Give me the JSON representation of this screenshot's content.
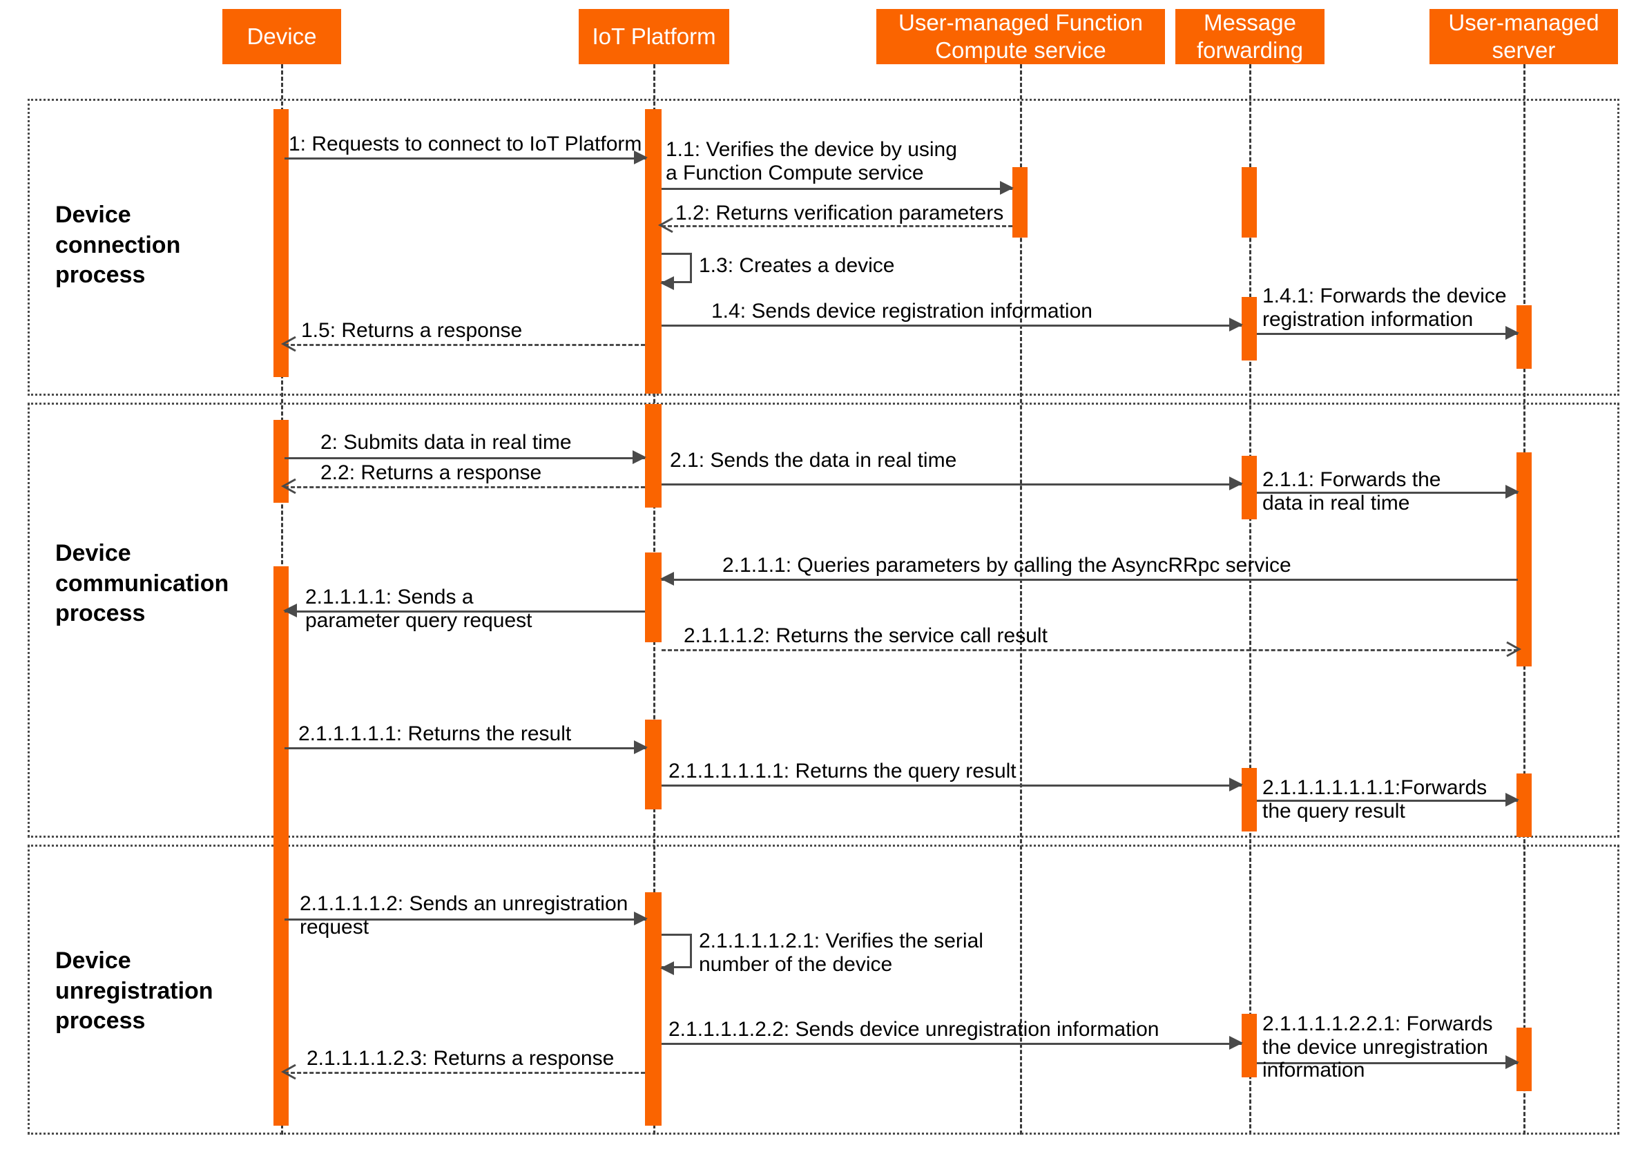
{
  "diagram": {
    "type": "uml-sequence-diagram",
    "title": "IoT device lifecycle sequence",
    "accent_color": "#FA6400",
    "line_color": "#4a4a4a",
    "frame_border_color": "#4a4a4a",
    "actors": [
      {
        "id": "device",
        "label": "Device"
      },
      {
        "id": "platform",
        "label": "IoT Platform"
      },
      {
        "id": "fc",
        "label": "User-managed Function\nCompute service"
      },
      {
        "id": "mf",
        "label": "Message\nforwarding"
      },
      {
        "id": "server",
        "label": "User-managed\nserver"
      }
    ],
    "frames": [
      {
        "id": "connection",
        "label": "Device\nconnection\nprocess"
      },
      {
        "id": "communication",
        "label": "Device\ncommunication\nprocess"
      },
      {
        "id": "unregistration",
        "label": "Device\nunregistration\nprocess"
      }
    ],
    "messages": [
      {
        "id": "m1",
        "seq": "1",
        "text": "1: Requests to connect to IoT Platform",
        "from": "device",
        "to": "platform",
        "style": "solid",
        "frame": "connection"
      },
      {
        "id": "m1_1",
        "seq": "1.1",
        "text": "1.1: Verifies the device by using\na Function Compute service",
        "from": "platform",
        "to": "fc",
        "style": "solid",
        "frame": "connection"
      },
      {
        "id": "m1_2",
        "seq": "1.2",
        "text": "1.2: Returns verification parameters",
        "from": "fc",
        "to": "platform",
        "style": "dashed",
        "frame": "connection"
      },
      {
        "id": "m1_3",
        "seq": "1.3",
        "text": "1.3: Creates a device",
        "from": "platform",
        "to": "platform",
        "style": "self",
        "frame": "connection"
      },
      {
        "id": "m1_4",
        "seq": "1.4",
        "text": "1.4: Sends device registration information",
        "from": "platform",
        "to": "mf",
        "style": "solid",
        "frame": "connection"
      },
      {
        "id": "m1_4_1",
        "seq": "1.4.1",
        "text": "1.4.1: Forwards the device\nregistration information",
        "from": "mf",
        "to": "server",
        "style": "solid",
        "frame": "connection"
      },
      {
        "id": "m1_5",
        "seq": "1.5",
        "text": "1.5: Returns a response",
        "from": "platform",
        "to": "device",
        "style": "dashed",
        "frame": "connection"
      },
      {
        "id": "m2",
        "seq": "2",
        "text": "2: Submits data in real time",
        "from": "device",
        "to": "platform",
        "style": "solid",
        "frame": "communication"
      },
      {
        "id": "m2_1",
        "seq": "2.1",
        "text": "2.1: Sends the data in real time",
        "from": "platform",
        "to": "mf",
        "style": "solid",
        "frame": "communication"
      },
      {
        "id": "m2_2",
        "seq": "2.2",
        "text": "2.2: Returns a response",
        "from": "platform",
        "to": "device",
        "style": "dashed",
        "frame": "communication"
      },
      {
        "id": "m2_1_1",
        "seq": "2.1.1",
        "text": "2.1.1: Forwards the\ndata in real time",
        "from": "mf",
        "to": "server",
        "style": "solid",
        "frame": "communication"
      },
      {
        "id": "m2_1_1_1",
        "seq": "2.1.1.1",
        "text": "2.1.1.1: Queries parameters by calling the AsyncRRpc service",
        "from": "server",
        "to": "platform",
        "style": "solid",
        "frame": "communication"
      },
      {
        "id": "m2_1_1_1_1",
        "seq": "2.1.1.1.1",
        "text": "2.1.1.1.1: Sends a\nparameter query request",
        "from": "platform",
        "to": "device",
        "style": "solid",
        "frame": "communication"
      },
      {
        "id": "m2_1_1_1_2",
        "seq": "2.1.1.1.2",
        "text": "2.1.1.1.2: Returns the service call result",
        "from": "platform",
        "to": "server",
        "style": "dashed",
        "frame": "communication"
      },
      {
        "id": "m2_1_1_1_1_1",
        "seq": "2.1.1.1.1.1",
        "text": "2.1.1.1.1.1: Returns the result",
        "from": "device",
        "to": "platform",
        "style": "solid",
        "frame": "communication"
      },
      {
        "id": "m2_1_1_1_1_1_1",
        "seq": "2.1.1.1.1.1.1",
        "text": "2.1.1.1.1.1.1: Returns the query result",
        "from": "platform",
        "to": "mf",
        "style": "solid",
        "frame": "communication"
      },
      {
        "id": "m2_1_1_1_1_1_1_1",
        "seq": "2.1.1.1.1.1.1.1",
        "text": "2.1.1.1.1.1.1.1:Forwards\nthe query result",
        "from": "mf",
        "to": "server",
        "style": "solid",
        "frame": "communication"
      },
      {
        "id": "m2_1_1_1_1_2",
        "seq": "2.1.1.1.1.2",
        "text": "2.1.1.1.1.2: Sends an unregistration\nrequest",
        "from": "device",
        "to": "platform",
        "style": "solid",
        "frame": "unregistration"
      },
      {
        "id": "m2_1_1_1_1_2_1",
        "seq": "2.1.1.1.1.2.1",
        "text": "2.1.1.1.1.2.1: Verifies the serial\nnumber of the device",
        "from": "platform",
        "to": "platform",
        "style": "self",
        "frame": "unregistration"
      },
      {
        "id": "m2_1_1_1_1_2_2",
        "seq": "2.1.1.1.1.2.2",
        "text": "2.1.1.1.1.2.2: Sends device unregistration information",
        "from": "platform",
        "to": "mf",
        "style": "solid",
        "frame": "unregistration"
      },
      {
        "id": "m2_1_1_1_1_2_2_1",
        "seq": "2.1.1.1.1.2.2.1",
        "text": "2.1.1.1.1.2.2.1: Forwards\nthe device unregistration\ninformation",
        "from": "mf",
        "to": "server",
        "style": "solid",
        "frame": "unregistration"
      },
      {
        "id": "m2_1_1_1_1_2_3",
        "seq": "2.1.1.1.1.2.3",
        "text": "2.1.1.1.1.2.3: Returns a response",
        "from": "platform",
        "to": "device",
        "style": "dashed",
        "frame": "unregistration"
      }
    ]
  }
}
